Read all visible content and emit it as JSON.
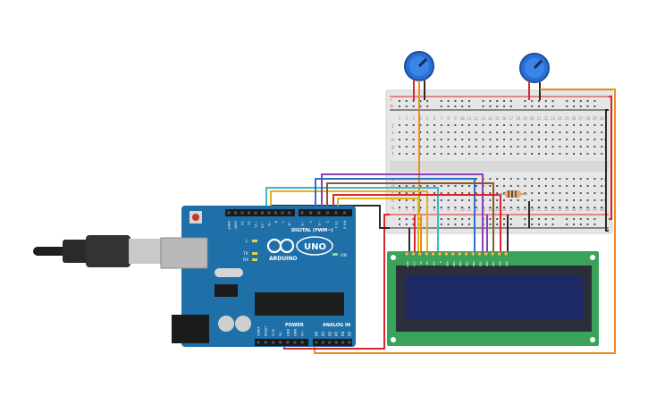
{
  "colors": {
    "background": "#ffffff",
    "arduino_board": "#1f6fa8",
    "arduino_dark": "#175a8c",
    "breadboard": "#e8e8e8",
    "lcd_pcb": "#3aa35a",
    "lcd_screen": "#1d2a66",
    "wire_orange": "#ef8a1e",
    "wire_red": "#d9272e",
    "wire_black": "#2b2b2b",
    "wire_purple": "#8b3fb4",
    "wire_cyan": "#3fb8c9",
    "wire_blue": "#2f6fd1",
    "wire_brown": "#8a5a2b",
    "wire_yellow": "#e3b21e",
    "potentiometer": "#2a6fd6"
  },
  "arduino": {
    "brand": "ARDUINO",
    "model": "UNO",
    "reset_label": "RESET",
    "digital_label": "DIGITAL (PWM~)",
    "power_label": "POWER",
    "analog_label": "ANALOG IN",
    "on_label": "ON",
    "led_labels": [
      "L",
      "TX",
      "RX"
    ],
    "digital_pins": [
      "AREF",
      "GND",
      "13",
      "12",
      "~11",
      "~10",
      "~9",
      "8",
      "7",
      "~6",
      "~5",
      "4",
      "~3",
      "2",
      "TX 1",
      "RX 0"
    ],
    "power_pins": [
      "IOREF",
      "RESET",
      "3.3V",
      "5V",
      "GND",
      "GND",
      "Vin"
    ],
    "analog_pins": [
      "A0",
      "A1",
      "A2",
      "A3",
      "A4",
      "A5"
    ]
  },
  "lcd": {
    "pin_labels": [
      "GND",
      "VCC",
      "V0",
      "RS",
      "RW",
      "E",
      "DB0",
      "DB1",
      "DB2",
      "DB3",
      "DB4",
      "DB5",
      "DB6",
      "DB7",
      "LED",
      "LED"
    ]
  },
  "breadboard": {
    "column_numbers": [
      "1",
      "2",
      "3",
      "4",
      "5",
      "6",
      "7",
      "8",
      "9",
      "10",
      "11",
      "12",
      "13",
      "14",
      "15",
      "16",
      "17",
      "18",
      "19",
      "20",
      "21",
      "22",
      "23",
      "24",
      "25",
      "26",
      "27",
      "28",
      "29",
      "30"
    ],
    "row_letters_top": [
      "j",
      "i",
      "h",
      "g",
      "f"
    ],
    "row_letters_bottom": [
      "e",
      "d",
      "c",
      "b",
      "a"
    ],
    "rail_plus": "+",
    "rail_minus": "-"
  },
  "icons": [
    "usb-cable-icon",
    "potentiometer-icon",
    "resistor-icon",
    "power-jack-icon",
    "capacitor-icon",
    "chip-icon"
  ]
}
